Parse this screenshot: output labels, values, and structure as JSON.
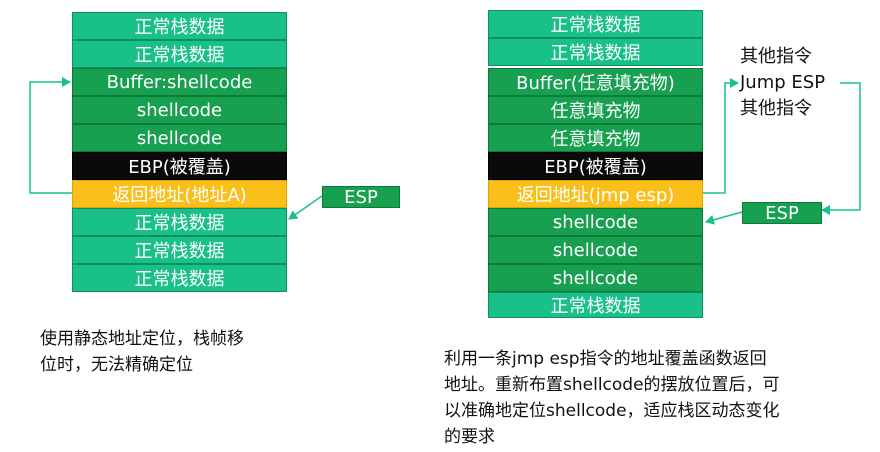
{
  "left_stack": {
    "cells": [
      "正常栈数据",
      "正常栈数据",
      "Buffer:shellcode",
      "shellcode",
      "shellcode",
      "EBP(被覆盖)",
      "返回地址(地址A)",
      "正常栈数据",
      "正常栈数据",
      "正常栈数据"
    ],
    "esp_label": "ESP",
    "caption_lines": [
      "使用静态地址定位，栈帧移",
      "位时，无法精确定位"
    ]
  },
  "right_stack": {
    "cells": [
      "正常栈数据",
      "正常栈数据",
      "Buffer(任意填充物)",
      "任意填充物",
      "任意填充物",
      "EBP(被覆盖)",
      "返回地址(jmp esp)",
      "shellcode",
      "shellcode",
      "shellcode",
      "正常栈数据"
    ],
    "esp_label": "ESP",
    "instructions": [
      "其他指令",
      "Jump ESP",
      "其他指令"
    ],
    "caption_lines": [
      "利用一条jmp esp指令的地址覆盖函数返回",
      "地址。重新布置shellcode的摆放位置后，可",
      "以准确地定位shellcode，适应栈区动态变化",
      "的要求"
    ]
  },
  "colors": {
    "normal": "#19c08a",
    "shellcode": "#16a050",
    "ebp": "#0a0a0a",
    "return_address": "#fbbf1c",
    "arrow": "#19c08a"
  }
}
